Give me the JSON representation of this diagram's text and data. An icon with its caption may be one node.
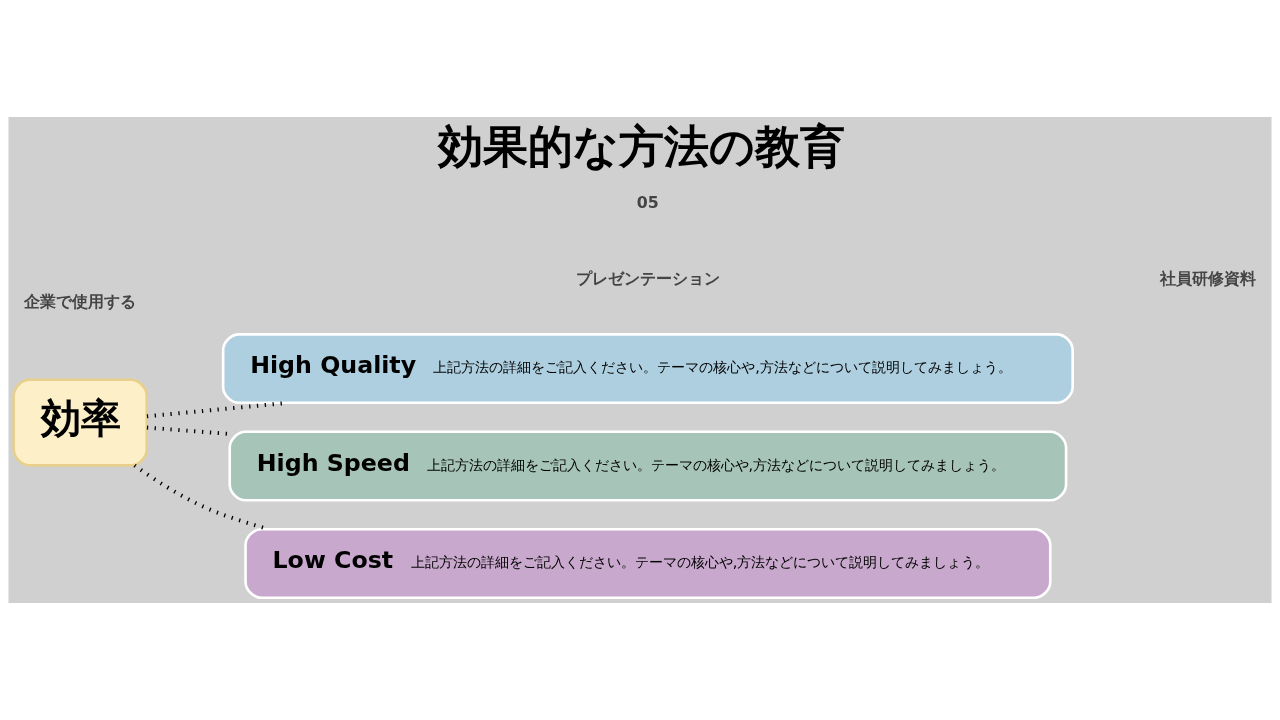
{
  "diagram": {
    "title": "効果的な方法の教育",
    "nodes": [
      {
        "text": [
          "効率"
        ]
      },
      {
        "text": [
          "High Quality",
          "上記方法の詳細をご記入ください。テーマの核心や,方法などについて説明してみましょう。"
        ]
      },
      {
        "text": [
          "High Speed",
          "上記方法の詳細をご記入ください。テーマの核心や,方法などについて説明してみましょう。"
        ]
      },
      {
        "text": [
          "Low Cost",
          "上記方法の詳細をご記入ください。テーマの核心や,方法などについて説明してみましょう。"
        ]
      }
    ],
    "edges": [
      {
        "from": 0,
        "to": 1,
        "arrow": "none",
        "style": "dashed"
      },
      {
        "from": 0,
        "to": 2,
        "arrow": "none",
        "style": "dashed"
      },
      {
        "from": 0,
        "to": 3,
        "arrow": "none",
        "style": "dashed"
      }
    ],
    "labels": [
      "企業で使用する",
      "プレゼンテーション",
      "社員研修資料",
      "05"
    ]
  }
}
